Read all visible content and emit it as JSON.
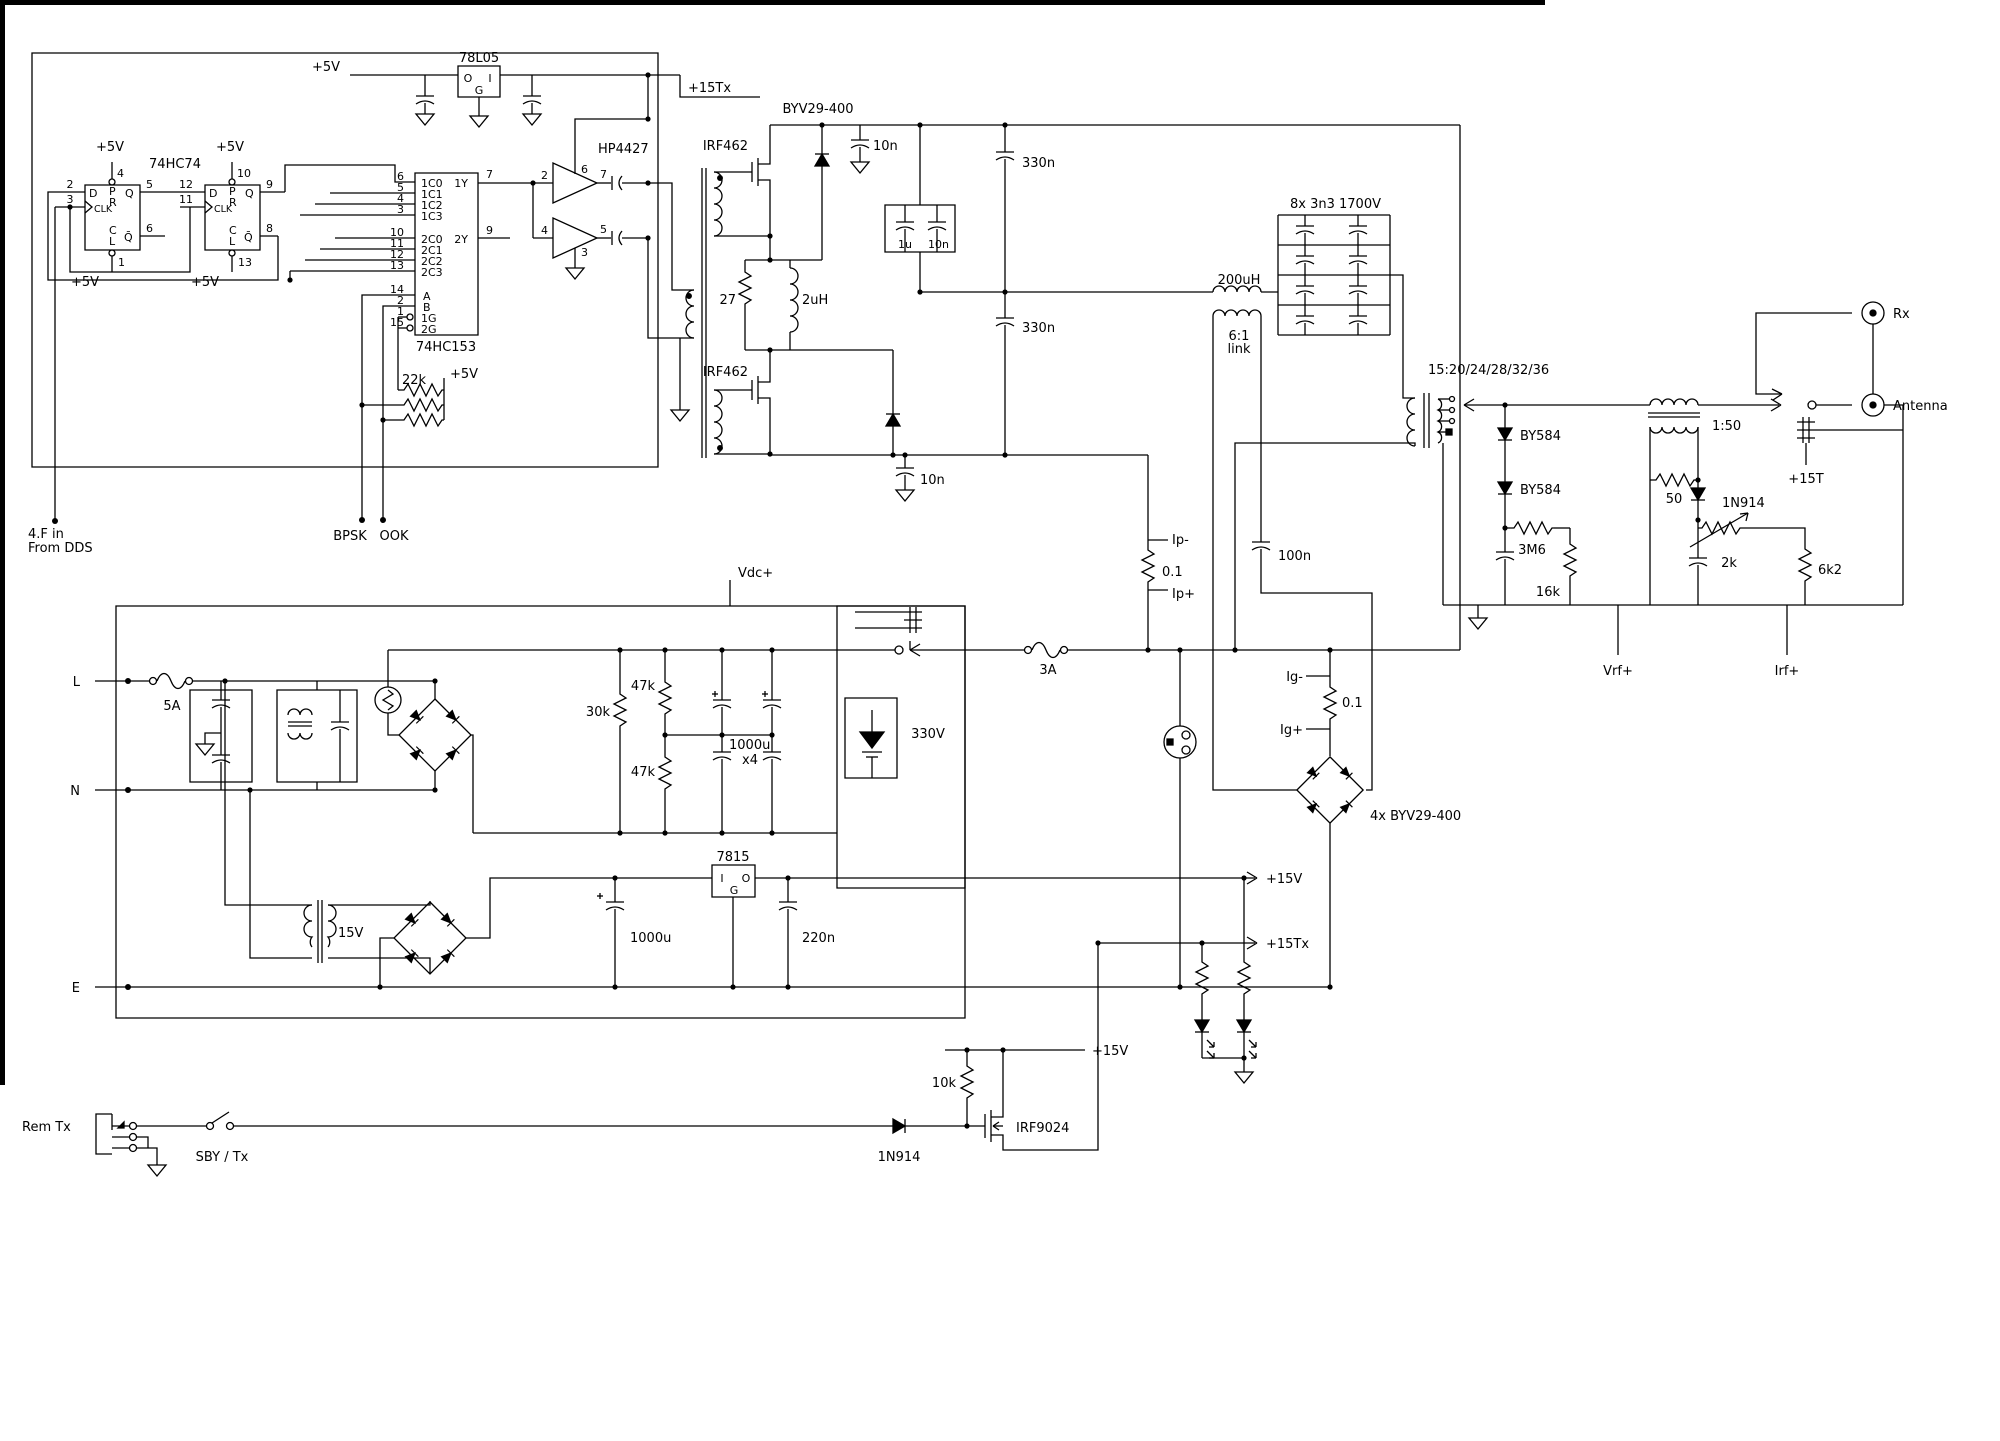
{
  "exciter": {
    "v5_reg_in": "+5V",
    "reg": "78L05",
    "reg_o": "O",
    "reg_i": "I",
    "reg_g": "G",
    "out_15tx": "+15Tx",
    "chip74": "74HC74",
    "ff1": {
      "d": "D",
      "p": "P",
      "r": "R",
      "clk": "CLK",
      "c": "C",
      "l": "L",
      "q": "Q",
      "qb": "Q̄",
      "pin_pre": "4",
      "pin_d": "2",
      "pin_clk": "3",
      "pin_q": "5",
      "pin_qb": "6",
      "pin_clr": "1",
      "v5_top": "+5V",
      "v5_bot": "+5V"
    },
    "ff2": {
      "d": "D",
      "p": "P",
      "r": "R",
      "clk": "CLK",
      "c": "C",
      "l": "L",
      "q": "Q",
      "qb": "Q̄",
      "pin_pre": "10",
      "pin_d": "12",
      "pin_clk": "11",
      "pin_q": "9",
      "pin_qb": "8",
      "pin_clr": "13",
      "v5_top": "+5V",
      "v5_bot": "+5V"
    },
    "mux": {
      "chip": "74HC153",
      "i10": "1C0",
      "i11": "1C1",
      "i12": "1C2",
      "i13": "1C3",
      "p10": "6",
      "p11": "5",
      "p12": "4",
      "p13": "3",
      "i20": "2C0",
      "i21": "2C1",
      "i22": "2C2",
      "i23": "2C3",
      "p20": "10",
      "p21": "11",
      "p22": "12",
      "p23": "13",
      "a": "A",
      "b": "B",
      "g1": "1G",
      "g2": "2G",
      "pa": "14",
      "pb": "2",
      "pg1": "1",
      "pg2": "15",
      "y1": "1Y",
      "py1": "7",
      "y2": "2Y",
      "py2": "9"
    },
    "drv": {
      "chip": "HP4427",
      "t1_in": "2",
      "t1_top": "6",
      "t1_out": "7",
      "t2_in": "4",
      "t2_out": "5",
      "t2_bot": "3"
    },
    "r_pullup": "22k",
    "v5_pullup": "+5V",
    "in_f1": "4.F in",
    "in_f2": "From DDS",
    "in_bpsk": "BPSK",
    "in_ook": "OOK"
  },
  "pa": {
    "d_rail": "BYV29-400",
    "fet1": "IRF462",
    "fet2": "IRF462",
    "c1": "10n",
    "c2": "330n",
    "c3": "1u",
    "c4": "10n",
    "r1": "27",
    "l1": "2uH",
    "c5": "330n",
    "c6": "10n"
  },
  "outnet": {
    "l2": "200uH",
    "link_a": "6:1",
    "link_b": "link",
    "bank": "8x 3n3 1700V",
    "tx": "15:20/24/28/32/36",
    "ipm": "Ip-",
    "rip": "0.1",
    "ipp": "Ip+",
    "c7": "100n"
  },
  "det": {
    "d1": "BY584",
    "d2": "BY584",
    "r2": "3M6",
    "r3": "16k",
    "ct": "1:50",
    "r4": "50",
    "d3": "1N914",
    "pot": "2k",
    "r5": "6k2",
    "vrf": "Vrf+",
    "irf": "Irf+",
    "coil": "+15T",
    "rx": "Rx",
    "ant": "Antenna"
  },
  "psu": {
    "l": "L",
    "n": "N",
    "e": "E",
    "f1": "5A",
    "r6": "30k",
    "r7": "47k",
    "r8": "47k",
    "cbank_a": "1000u",
    "cbank_b": "x4",
    "hv": "330V",
    "f2": "3A",
    "vdc": "Vdc+",
    "tx15": "15V",
    "c8": "1000u",
    "reg": "7815",
    "reg_i": "I",
    "reg_o": "O",
    "reg_g": "G",
    "c9": "220n",
    "o15": "+15V",
    "o15tx": "+15Tx"
  },
  "meter": {
    "igm": "Ig-",
    "rig": "0.1",
    "igp": "Ig+",
    "bridge": "4x BYV29-400"
  },
  "stby": {
    "r9": "10k",
    "fet": "IRF9024",
    "d4": "1N914",
    "v15": "+15V",
    "rem": "Rem Tx",
    "sw": "SBY / Tx"
  }
}
